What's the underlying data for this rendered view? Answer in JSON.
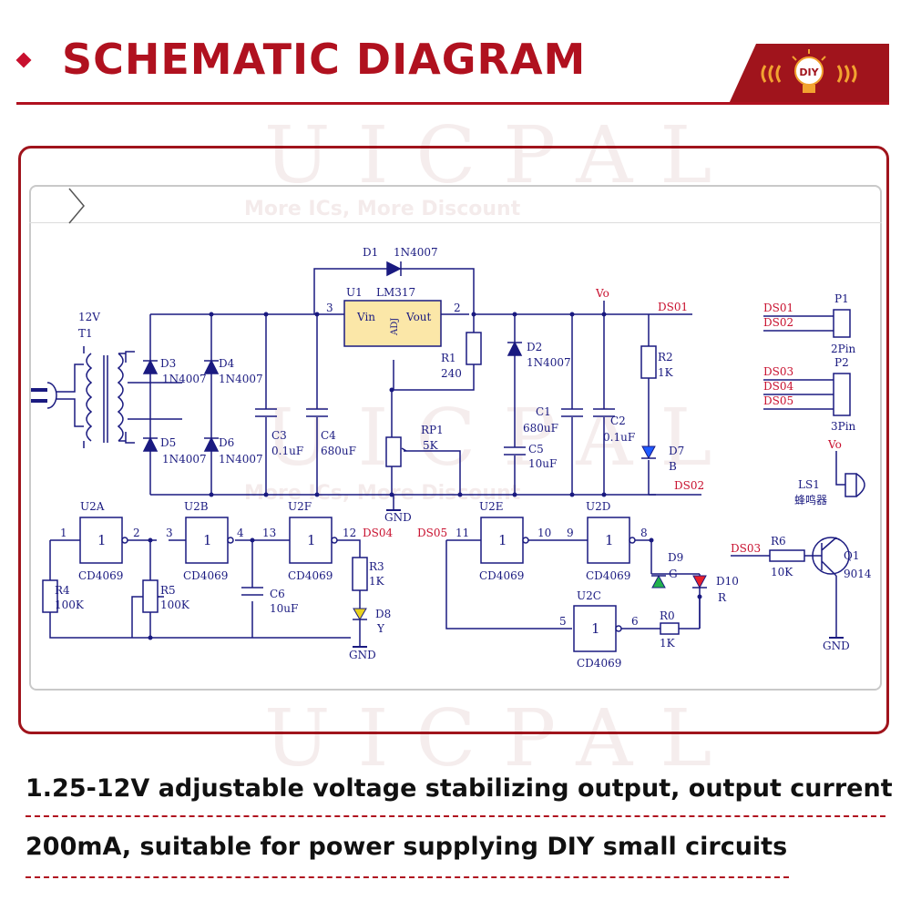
{
  "header": {
    "title": "SCHEMATIC DIAGRAM",
    "badge": "DIY"
  },
  "watermark": {
    "brand": "UICPAL",
    "tagline": "More ICs, More Discount"
  },
  "schematic": {
    "labels": {
      "d1": "D1",
      "d1_part": "1N4007",
      "u1": "U1",
      "u1_part": "LM317",
      "vin": "Vin",
      "adj": "ADJ",
      "vout": "Vout",
      "pin3": "3",
      "pin2": "2",
      "vo": "Vo",
      "ds01": "DS01",
      "ds02": "DS02",
      "t1_v": "12V",
      "t1": "T1",
      "d3": "D3",
      "d3_part": "1N4007",
      "d4": "D4",
      "d4_part": "1N4007",
      "d5": "D5",
      "d5_part": "1N4007",
      "d6": "D6",
      "d6_part": "1N4007",
      "c3": "C3",
      "c3_val": "0.1uF",
      "c4": "C4",
      "c4_val": "680uF",
      "r1": "R1",
      "r1_val": "240",
      "d2": "D2",
      "d2_part": "1N4007",
      "c1": "C1",
      "c1_val": "680uF",
      "c2": "C2",
      "c2_val": "0.1uF",
      "c5": "C5",
      "c5_val": "10uF",
      "rp1": "RP1",
      "rp1_val": "5K",
      "r2": "R2",
      "r2_val": "1K",
      "d7": "D7",
      "d7_col": "B",
      "gnd": "GND",
      "p1": "P1",
      "p1_pins": "2Pin",
      "p2": "P2",
      "p2_pins": "3Pin",
      "ds03": "DS03",
      "ds04": "DS04",
      "ds05": "DS05",
      "ls1": "LS1",
      "ls1_name": "蜂鸣器",
      "r6": "R6",
      "r6_val": "10K",
      "q1": "Q1",
      "q1_part": "9014",
      "u2a": "U2A",
      "u2b": "U2B",
      "u2f": "U2F",
      "u2e": "U2E",
      "u2d": "U2D",
      "u2c": "U2C",
      "gate": "1",
      "cd": "CD4069",
      "p_1": "1",
      "p_2": "2",
      "p_3": "3",
      "p_4": "4",
      "p_13": "13",
      "p_12": "12",
      "p_11": "11",
      "p_10": "10",
      "p_9": "9",
      "p_8": "8",
      "p_5": "5",
      "p_6": "6",
      "r4": "R4",
      "r4_val": "100K",
      "r5": "R5",
      "r5_val": "100K",
      "c6": "C6",
      "c6_val": "10uF",
      "r3": "R3",
      "r3_val": "1K",
      "d8": "D8",
      "d8_col": "Y",
      "d9": "D9",
      "d9_col": "G",
      "d10": "D10",
      "d10_col": "R",
      "r0": "R0",
      "r0_val": "1K"
    }
  },
  "description": {
    "line1": "1.25-12V adjustable voltage stabilizing output, output current",
    "line2": "200mA, suitable for power supplying DIY small circuits"
  },
  "colors": {
    "brand_red": "#b0111f",
    "wire": "#1a1a80",
    "ic_fill": "#fbe7a8",
    "led_blue": "#1e5aff",
    "led_yellow": "#e8d21e",
    "led_green": "#22b14c",
    "led_red": "#e8202a"
  }
}
